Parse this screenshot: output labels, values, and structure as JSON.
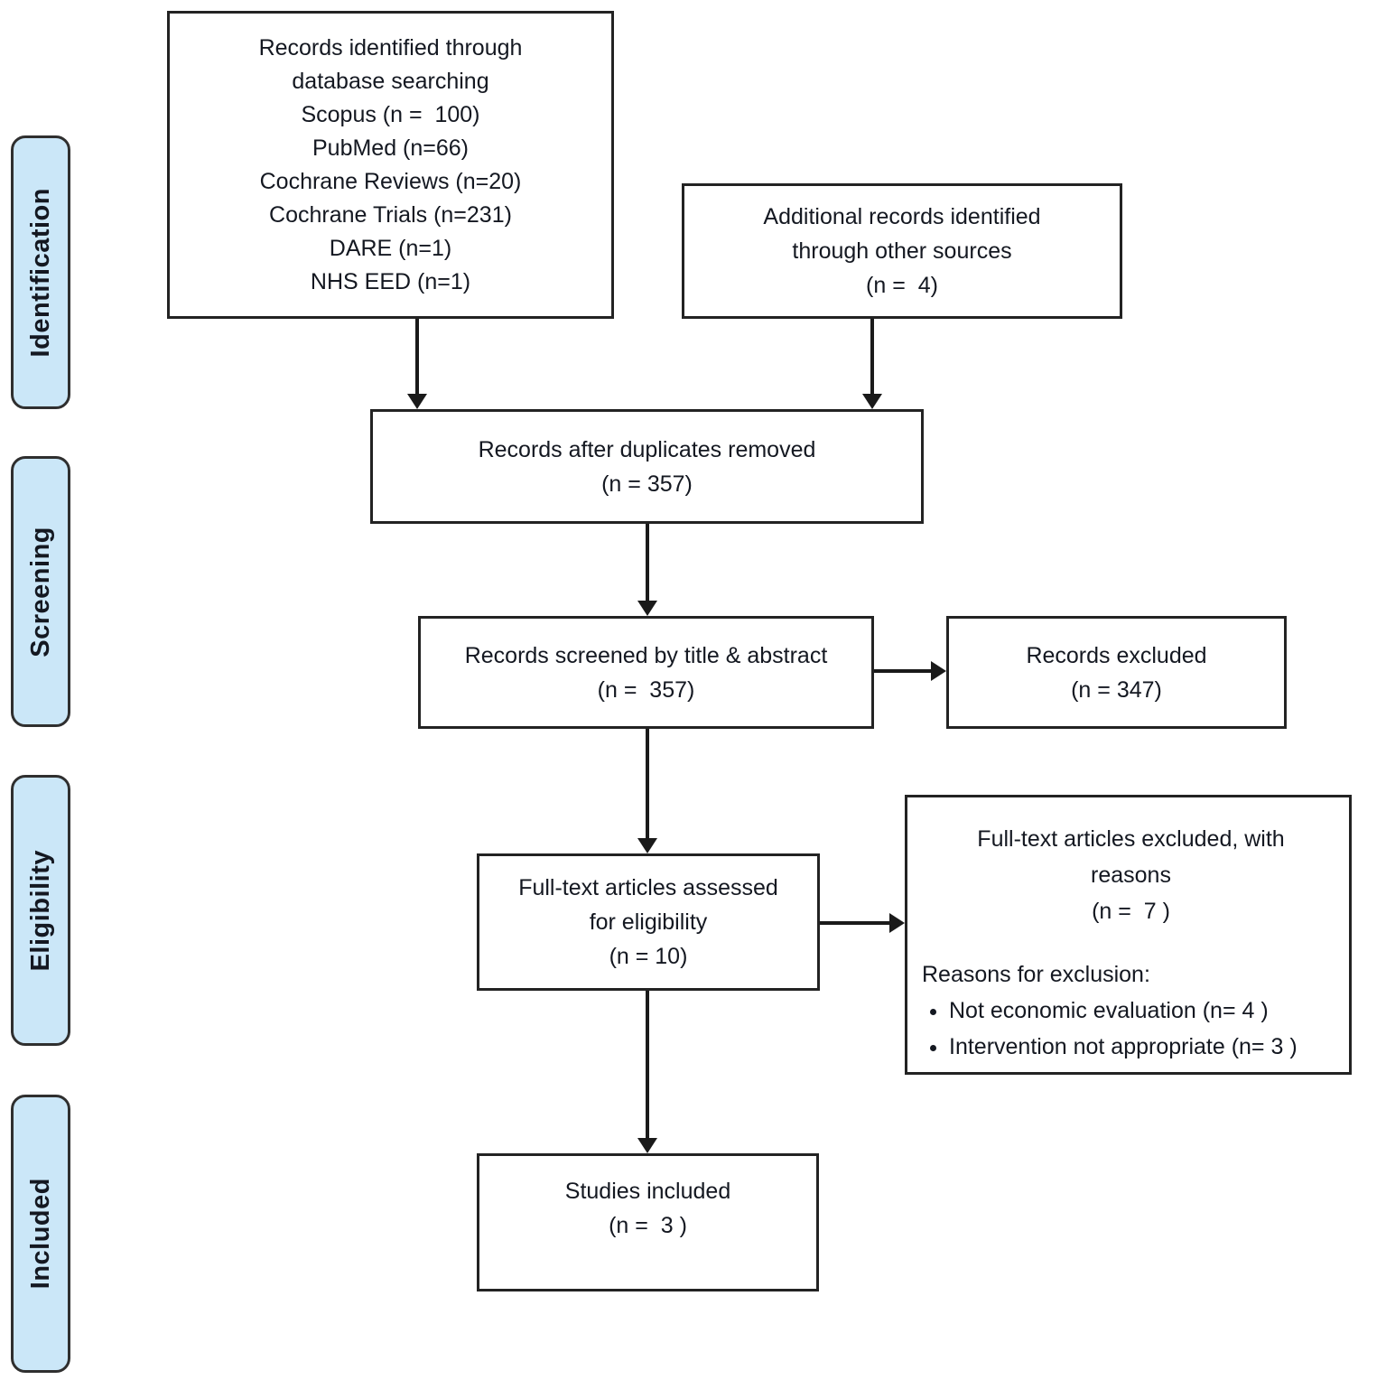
{
  "colors": {
    "background": "#ffffff",
    "stage_fill": "#cbe7f8",
    "stage_border": "#2f2f2f",
    "box_border": "#232323",
    "arrow": "#1a1a1a",
    "text": "#141821"
  },
  "stages": {
    "identification": "Identification",
    "screening": "Screening",
    "eligibility": "Eligibility",
    "included": "Included"
  },
  "boxes": {
    "identified": {
      "lines": [
        "Records identified through",
        "database searching",
        "Scopus (n =  100)",
        "PubMed (n=66)",
        "Cochrane Reviews (n=20)",
        "Cochrane Trials (n=231)",
        "DARE (n=1)",
        "NHS EED (n=1)"
      ]
    },
    "additional": {
      "lines": [
        "Additional records identified",
        "through other sources",
        "(n =  4)"
      ]
    },
    "duplicates": {
      "lines": [
        "Records after duplicates removed",
        "(n = 357)"
      ]
    },
    "screened": {
      "lines": [
        "Records screened by title & abstract",
        "(n =  357)"
      ]
    },
    "excluded": {
      "lines": [
        "Records excluded",
        "(n = 347)"
      ]
    },
    "fulltext": {
      "lines": [
        "Full-text articles assessed",
        "for eligibility",
        "(n = 10)"
      ]
    },
    "reasons": {
      "header_lines": [
        "Full-text articles excluded, with",
        "reasons",
        "(n =  7 )"
      ],
      "subheading": "Reasons for exclusion:",
      "items": [
        "Not economic evaluation (n= 4 )",
        "Intervention not appropriate (n= 3 )"
      ]
    },
    "studies": {
      "lines": [
        "Studies included",
        "(n =  3 )"
      ]
    }
  }
}
